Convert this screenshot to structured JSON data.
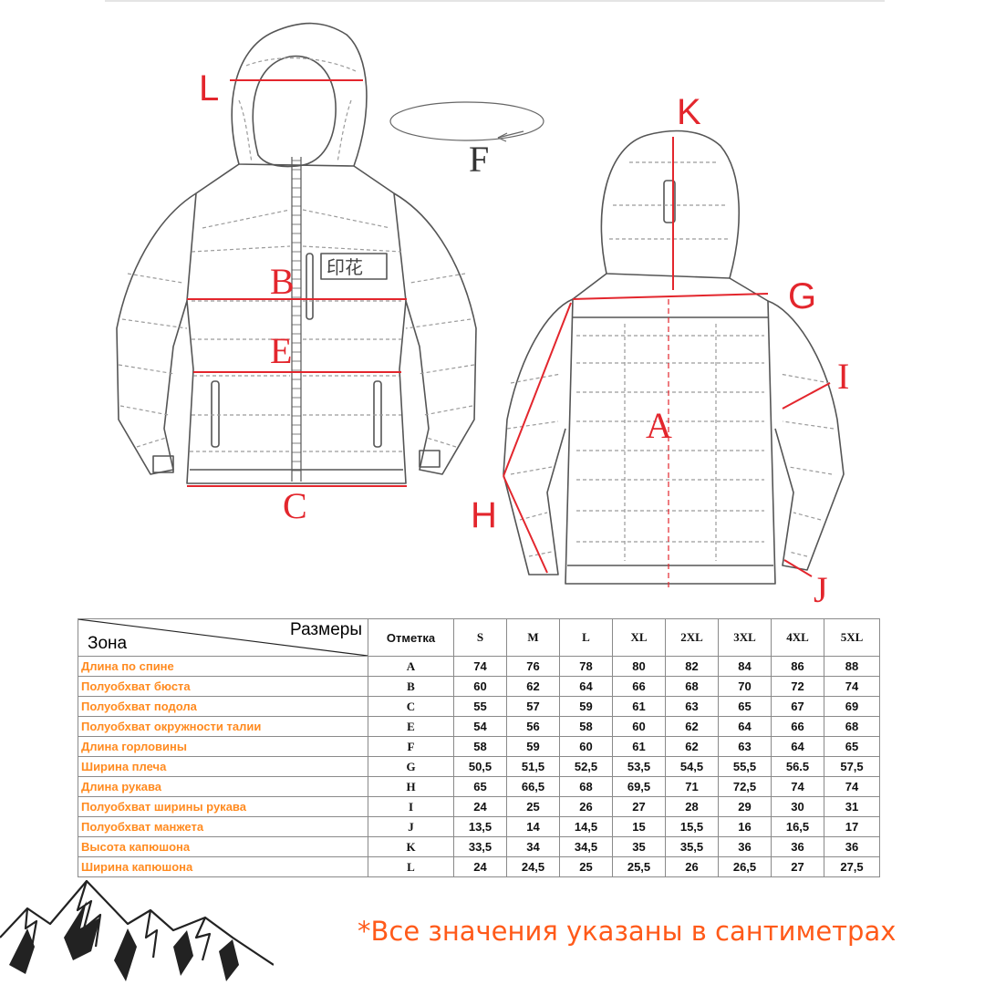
{
  "diagram": {
    "labels": {
      "L": "L",
      "K": "K",
      "F": "F",
      "G": "G",
      "B": "B",
      "E": "E",
      "C": "C",
      "A": "A",
      "H": "H",
      "I": "I",
      "J": "J"
    },
    "print_text": "印花",
    "colors": {
      "measure": "#e3262d",
      "outline": "#555555",
      "stitch": "#9a9a9a"
    }
  },
  "table": {
    "corner_zone": "Зона",
    "corner_sizes": "Размеры",
    "mark_header": "Отметка",
    "sizes": [
      "S",
      "M",
      "L",
      "XL",
      "2XL",
      "3XL",
      "4XL",
      "5XL"
    ],
    "rows": [
      {
        "zone": "Длина по спине",
        "mark": "A",
        "values": [
          "74",
          "76",
          "78",
          "80",
          "82",
          "84",
          "86",
          "88"
        ]
      },
      {
        "zone": "Полуобхват бюста",
        "mark": "B",
        "values": [
          "60",
          "62",
          "64",
          "66",
          "68",
          "70",
          "72",
          "74"
        ]
      },
      {
        "zone": "Полуобхват подола",
        "mark": "C",
        "values": [
          "55",
          "57",
          "59",
          "61",
          "63",
          "65",
          "67",
          "69"
        ]
      },
      {
        "zone": "Полуобхват окружности талии",
        "mark": "E",
        "values": [
          "54",
          "56",
          "58",
          "60",
          "62",
          "64",
          "66",
          "68"
        ]
      },
      {
        "zone": "Длина горловины",
        "mark": "F",
        "values": [
          "58",
          "59",
          "60",
          "61",
          "62",
          "63",
          "64",
          "65"
        ]
      },
      {
        "zone": "Ширина плеча",
        "mark": "G",
        "values": [
          "50,5",
          "51,5",
          "52,5",
          "53,5",
          "54,5",
          "55,5",
          "56.5",
          "57,5"
        ]
      },
      {
        "zone": "Длина рукава",
        "mark": "H",
        "values": [
          "65",
          "66,5",
          "68",
          "69,5",
          "71",
          "72,5",
          "74",
          "74"
        ]
      },
      {
        "zone": "Полуобхват ширины рукава",
        "mark": "I",
        "values": [
          "24",
          "25",
          "26",
          "27",
          "28",
          "29",
          "30",
          "31"
        ]
      },
      {
        "zone": "Полуобхват манжета",
        "mark": "J",
        "values": [
          "13,5",
          "14",
          "14,5",
          "15",
          "15,5",
          "16",
          "16,5",
          "17"
        ]
      },
      {
        "zone": "Высота капюшона",
        "mark": "K",
        "values": [
          "33,5",
          "34",
          "34,5",
          "35",
          "35,5",
          "36",
          "36",
          "36"
        ]
      },
      {
        "zone": "Ширина капюшона",
        "mark": "L",
        "values": [
          "24",
          "24,5",
          "25",
          "25,5",
          "26",
          "26,5",
          "27",
          "27,5"
        ]
      }
    ],
    "colors": {
      "zone_text": "#ff8a1f",
      "border": "#8a8a8a"
    }
  },
  "footnote": "*Все значения указаны в сантиметрах",
  "footnote_color": "#ff5a1a"
}
